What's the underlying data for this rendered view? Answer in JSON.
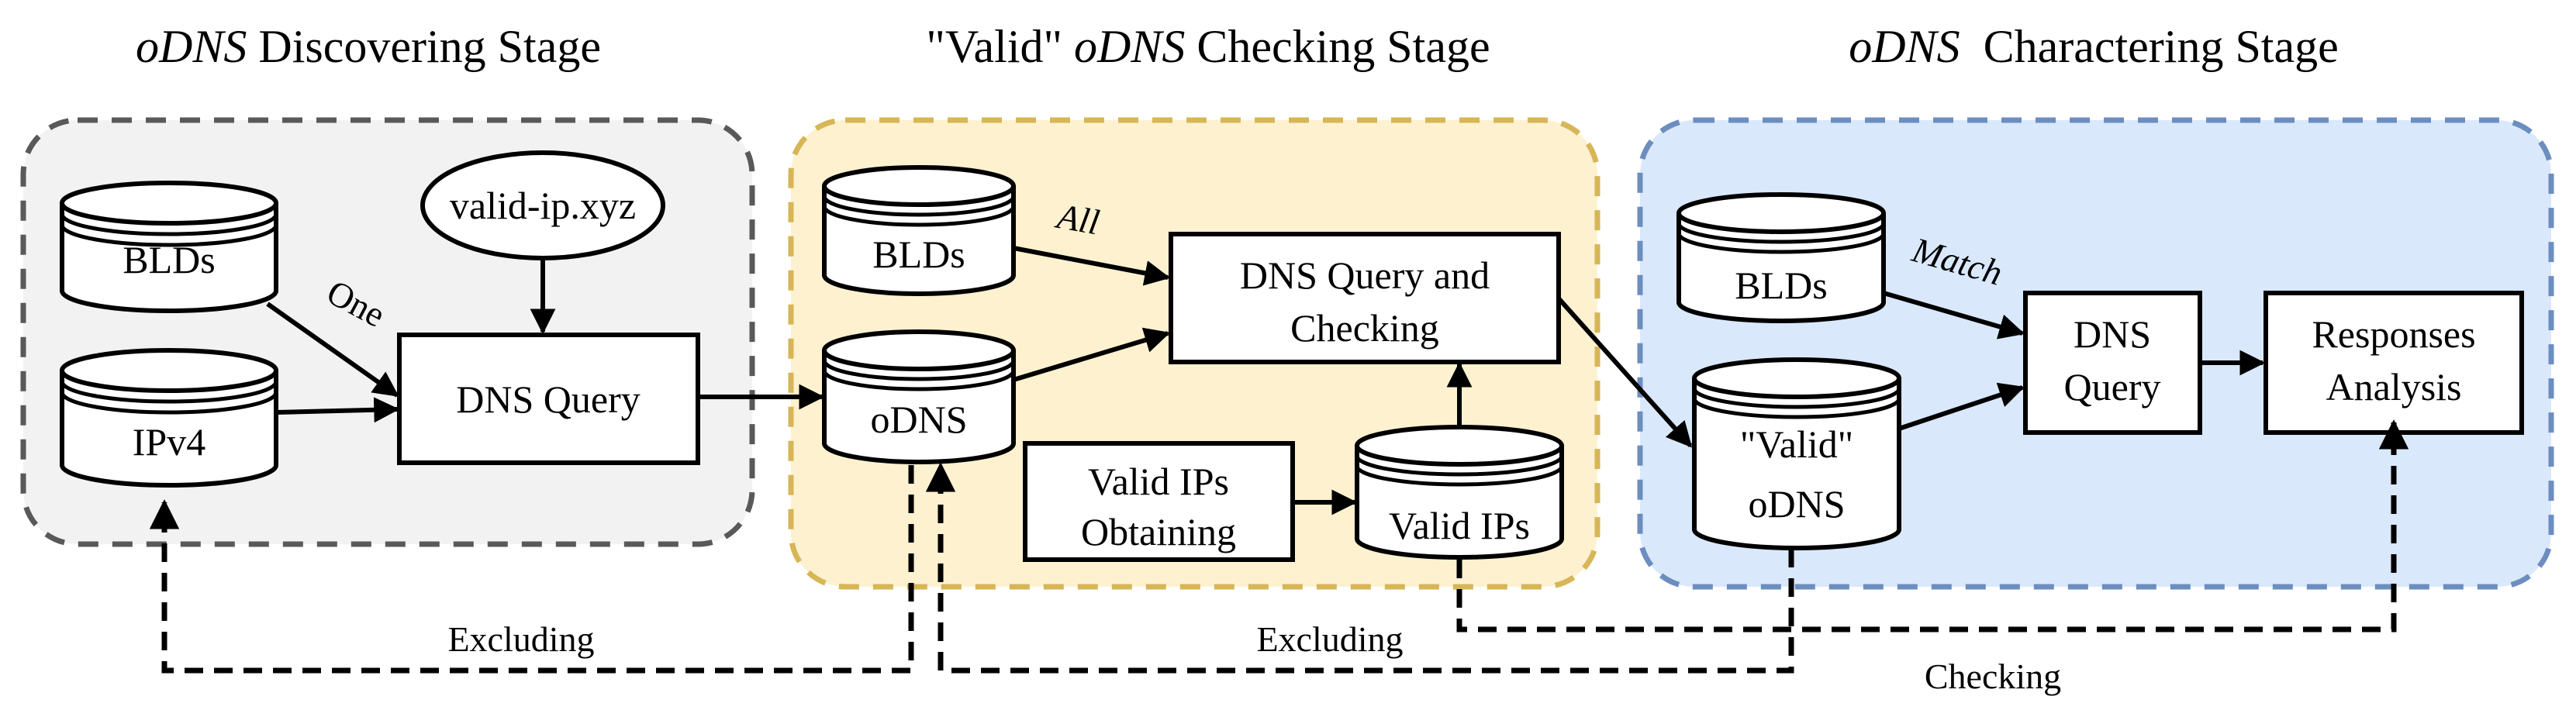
{
  "stages": [
    {
      "title_italic": "oDNS",
      "title_rest": " Discovering Stage",
      "fill": "#f2f2f2",
      "border": "#595959"
    },
    {
      "title_pre": "\"Valid\" ",
      "title_italic": "oDNS",
      "title_rest": " Checking Stage",
      "fill": "#fdf1d0",
      "border": "#d6b656"
    },
    {
      "title_italic": "oDNS",
      "title_rest": "  Charactering Stage",
      "fill": "#dae8fc",
      "border": "#6c8ebf"
    }
  ],
  "nodes": {
    "bld1": "BLDs",
    "ipv4": "IPv4",
    "validip_xyz": "valid-ip.xyz",
    "dnsquery1": "DNS Query",
    "bld2": "BLDs",
    "odns": "oDNS",
    "dnscheck": [
      "DNS Query and",
      "Checking"
    ],
    "validips_obtain": [
      "Valid IPs",
      "Obtaining"
    ],
    "validips": "Valid IPs",
    "bld3": "BLDs",
    "valid_odns": [
      "\"Valid\"",
      "oDNS"
    ],
    "dnsquery3": [
      "DNS",
      "Query"
    ],
    "responses": [
      "Responses",
      "Analysis"
    ]
  },
  "edges": {
    "one": "One",
    "all": "All",
    "match": "Match",
    "excluding1": "Excluding",
    "excluding2": "Excluding",
    "checking": "Checking"
  }
}
